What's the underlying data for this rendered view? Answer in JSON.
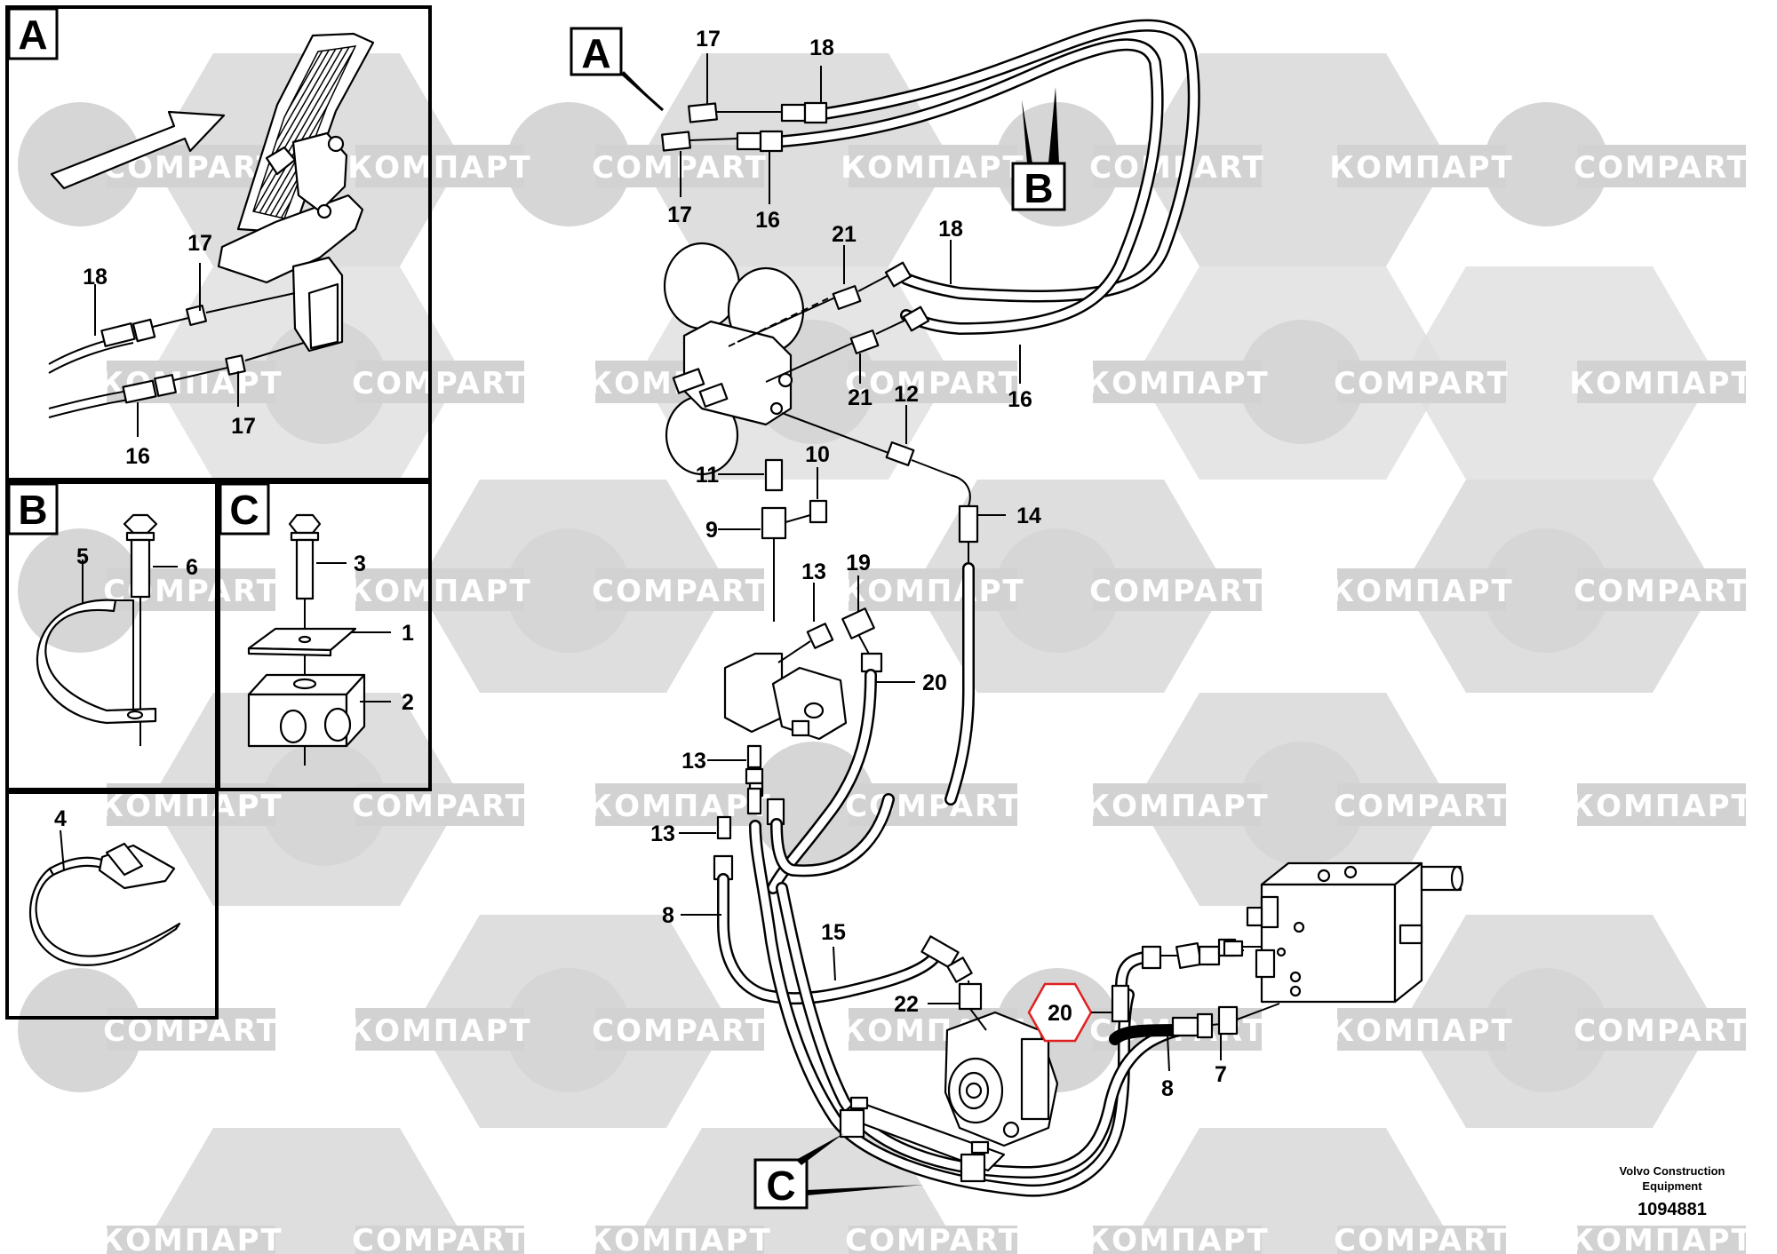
{
  "watermarks": {
    "latin": "COMPART",
    "cyrillic": "КОМПАРТ"
  },
  "callouts": {
    "A": "A",
    "B": "B",
    "C": "C"
  },
  "parts": {
    "p1": "1",
    "p2": "2",
    "p3": "3",
    "p4": "4",
    "p5": "5",
    "p6": "6",
    "p7": "7",
    "p8": "8",
    "p9": "9",
    "p10": "10",
    "p11": "11",
    "p12": "12",
    "p13": "13",
    "p14": "14",
    "p15": "15",
    "p16": "16",
    "p17": "17",
    "p18": "18",
    "p19": "19",
    "p20": "20",
    "p21": "21",
    "p22": "22"
  },
  "highlight": {
    "part": "20",
    "color": "#e02020"
  },
  "signature": {
    "company_line1": "Volvo Construction",
    "company_line2": "Equipment",
    "drawing_number": "1094881"
  }
}
